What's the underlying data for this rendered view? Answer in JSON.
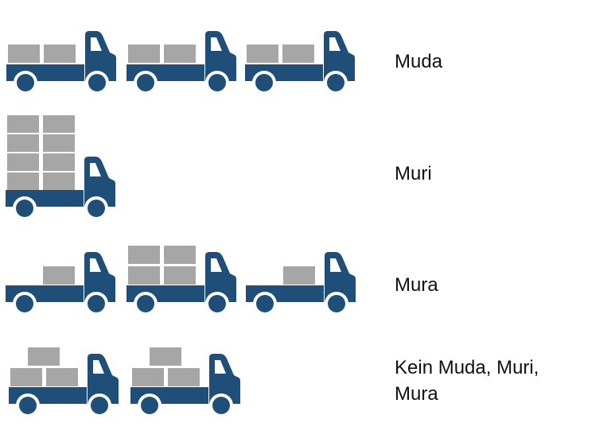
{
  "colors": {
    "truck": "#1f4e79",
    "cargo": "#a6a6a6",
    "window": "#ffffff",
    "text": "#111111"
  },
  "icons": {
    "truck": "truck-icon",
    "cargo": "cargo-box"
  },
  "rows": [
    {
      "id": "muda",
      "label": "Muda",
      "trucks": [
        {
          "box_layout": "full-single-layer"
        },
        {
          "box_layout": "full-single-layer"
        },
        {
          "box_layout": "full-single-layer"
        }
      ]
    },
    {
      "id": "muri",
      "label": "Muri",
      "trucks": [
        {
          "box_layout": "overloaded-stack"
        }
      ]
    },
    {
      "id": "mura",
      "label": "Mura",
      "trucks": [
        {
          "box_layout": "single-box"
        },
        {
          "box_layout": "double-stack"
        },
        {
          "box_layout": "single-box"
        }
      ]
    },
    {
      "id": "kein",
      "label_lines": [
        "Kein Muda, Muri,",
        "Mura"
      ],
      "trucks": [
        {
          "box_layout": "pyramid"
        },
        {
          "box_layout": "pyramid"
        }
      ]
    }
  ]
}
